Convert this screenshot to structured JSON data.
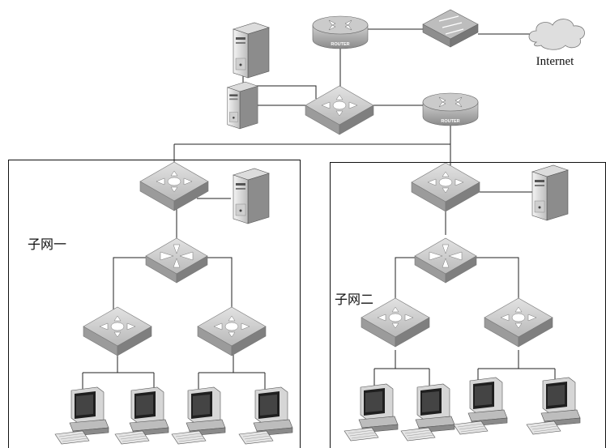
{
  "labels": {
    "internet": "Internet",
    "subnet1": "子网一",
    "subnet2": "子网二"
  },
  "device_text": {
    "router": "ROUTER"
  },
  "icons": {
    "router": "router-icon",
    "layer3_switch": "layer3-switch-icon",
    "switch": "switch-icon",
    "server": "server-icon",
    "workstation": "workstation-icon",
    "firewall": "firewall-icon",
    "cloud": "cloud-icon"
  },
  "colors": {
    "device_gray": "#8f8f8f",
    "device_top": "#cfcfcf",
    "line": "#222222",
    "background": "#ffffff"
  }
}
